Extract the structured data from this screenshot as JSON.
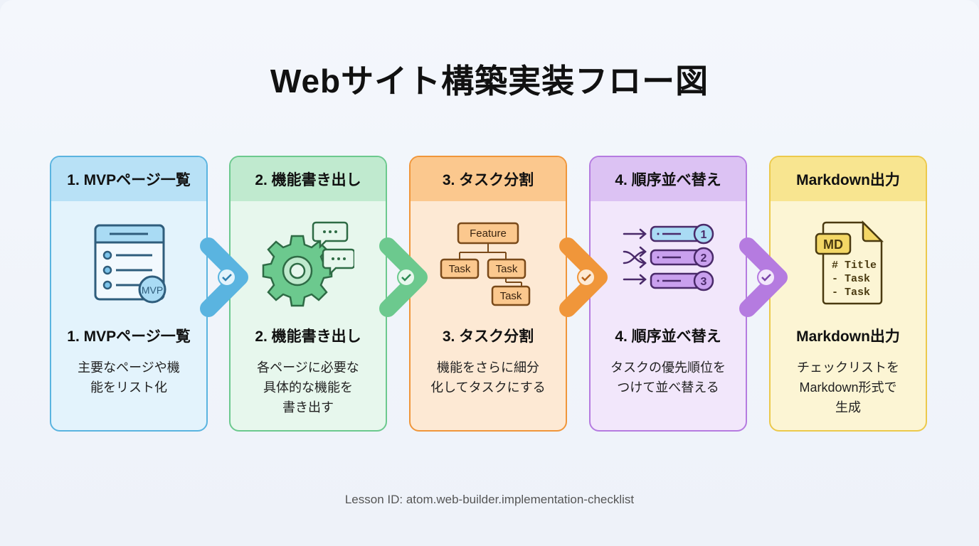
{
  "title": "Webサイト構築実装フロー図",
  "steps": [
    {
      "header": "1. MVPページ一覧",
      "name": "1. MVPページ一覧",
      "desc": [
        "主要なページや機",
        "能をリスト化"
      ],
      "badge": "MVP",
      "color": "#5ab4e0"
    },
    {
      "header": "2. 機能書き出し",
      "name": "2. 機能書き出し",
      "desc": [
        "各ページに必要な",
        "具体的な機能を",
        "書き出す"
      ],
      "color": "#6cc98e"
    },
    {
      "header": "3. タスク分割",
      "name": "3. タスク分割",
      "desc": [
        "機能をさらに細分",
        "化してタスクにする"
      ],
      "tree": {
        "root": "Feature",
        "leaf": "Task"
      },
      "color": "#f0963a"
    },
    {
      "header": "4. 順序並べ替え",
      "name": "4. 順序並べ替え",
      "desc": [
        "タスクの優先順位を",
        "つけて並べ替える"
      ],
      "numbers": [
        "1",
        "2",
        "3"
      ],
      "color": "#b57be0"
    },
    {
      "header": "Markdown出力",
      "name": "Markdown出力",
      "desc": [
        "チェックリストを",
        "Markdown形式で",
        "生成"
      ],
      "doc": {
        "badge": "MD",
        "lines": [
          "# Title",
          "- Task",
          "- Task"
        ]
      },
      "color": "#ecc94b"
    }
  ],
  "footer": "Lesson ID: atom.web-builder.implementation-checklist"
}
